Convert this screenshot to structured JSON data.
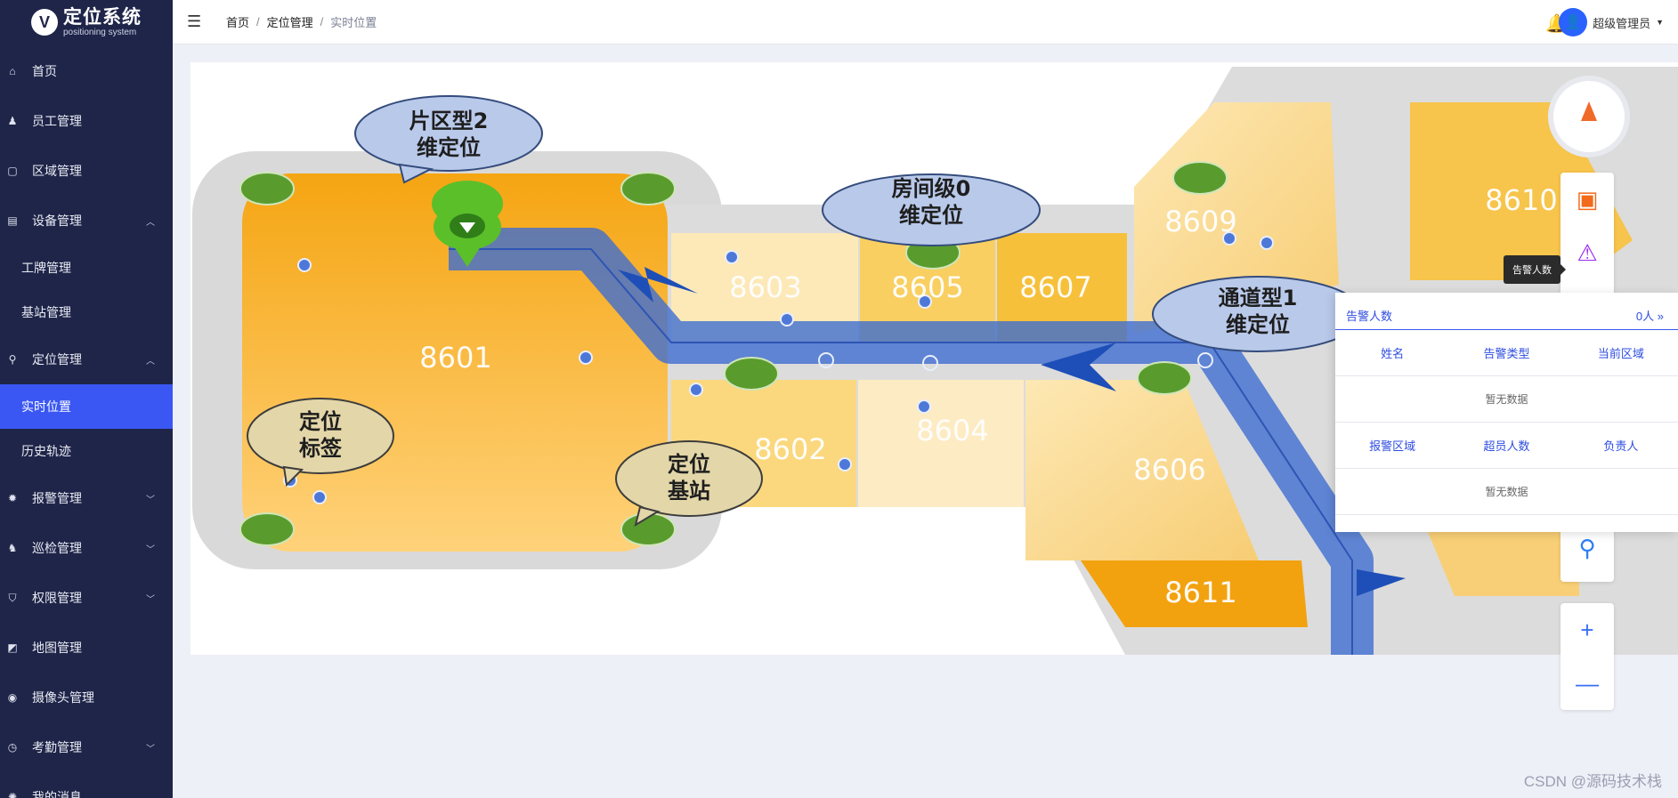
{
  "logo": {
    "title": "定位系统",
    "subtitle": "positioning system"
  },
  "sidebar": {
    "items": [
      {
        "label": "首页",
        "icon": "home-icon"
      },
      {
        "label": "员工管理",
        "icon": "user-icon"
      },
      {
        "label": "区域管理",
        "icon": "area-icon"
      },
      {
        "label": "设备管理",
        "icon": "device-icon",
        "expanded": true,
        "children": [
          {
            "label": "工牌管理"
          },
          {
            "label": "基站管理"
          }
        ]
      },
      {
        "label": "定位管理",
        "icon": "location-icon",
        "expanded": true,
        "children": [
          {
            "label": "实时位置",
            "active": true
          },
          {
            "label": "历史轨迹"
          }
        ]
      },
      {
        "label": "报警管理",
        "icon": "alarm-icon"
      },
      {
        "label": "巡检管理",
        "icon": "patrol-icon"
      },
      {
        "label": "权限管理",
        "icon": "shield-icon"
      },
      {
        "label": "地图管理",
        "icon": "map-icon"
      },
      {
        "label": "摄像头管理",
        "icon": "camera-icon"
      },
      {
        "label": "考勤管理",
        "icon": "clock-icon"
      },
      {
        "label": "我的消息",
        "icon": "message-icon"
      }
    ]
  },
  "header": {
    "breadcrumb": [
      "首页",
      "定位管理",
      "实时位置"
    ],
    "user_name": "超级管理员"
  },
  "map": {
    "rooms": [
      "8601",
      "8602",
      "8603",
      "8604",
      "8605",
      "8606",
      "8607",
      "8609",
      "8610",
      "8611"
    ],
    "callouts": {
      "zone": [
        "片区型2",
        "维定位"
      ],
      "room": [
        "房间级0",
        "维定位"
      ],
      "channel": [
        "通道型1",
        "维定位"
      ],
      "tag": [
        "定位",
        "标签"
      ],
      "station": [
        "定位",
        "基站"
      ]
    }
  },
  "tooltip": "告警人数",
  "alarm_panel": {
    "title": "告警人数",
    "count": "0人 »",
    "table1_headers": [
      "姓名",
      "告警类型",
      "当前区域"
    ],
    "table2_headers": [
      "报警区域",
      "超员人数",
      "负责人"
    ],
    "empty_text": "暂无数据"
  },
  "zoom": {
    "in_label": "+",
    "out_label": "—"
  },
  "watermark": "CSDN @源码技术栈",
  "colors": {
    "sidebar_bg": "#1f2549",
    "active": "#3a57f4",
    "accent_blue": "#2e4de0"
  }
}
